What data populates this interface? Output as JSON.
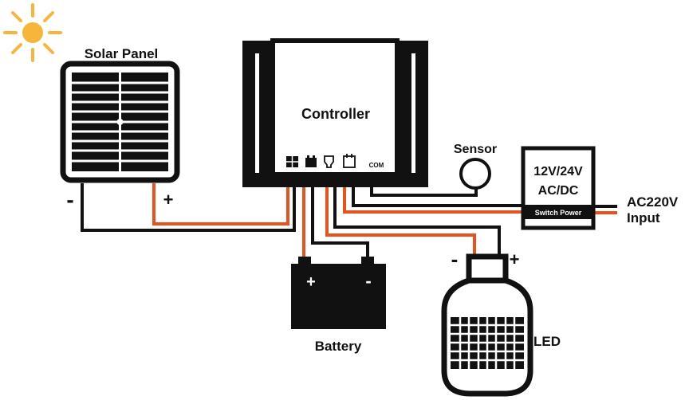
{
  "colors": {
    "wire_dark": "#111111",
    "wire_orange": "#e8531b",
    "sun": "#f7b53c",
    "background": "#ffffff"
  },
  "icons": [
    "sun-icon",
    "solar-panel-icon",
    "battery-icon",
    "led-lamp-icon",
    "sensor-icon"
  ],
  "labels": {
    "solar_panel": "Solar Panel",
    "controller": "Controller",
    "com": "COM",
    "sensor": "Sensor",
    "power_line1": "12V/24V",
    "power_line2": "AC/DC",
    "switch_power": "Switch Power",
    "ac_line1": "AC220V",
    "ac_line2": "Input",
    "battery": "Battery",
    "led": "LED",
    "minus": "-",
    "plus": "+"
  }
}
